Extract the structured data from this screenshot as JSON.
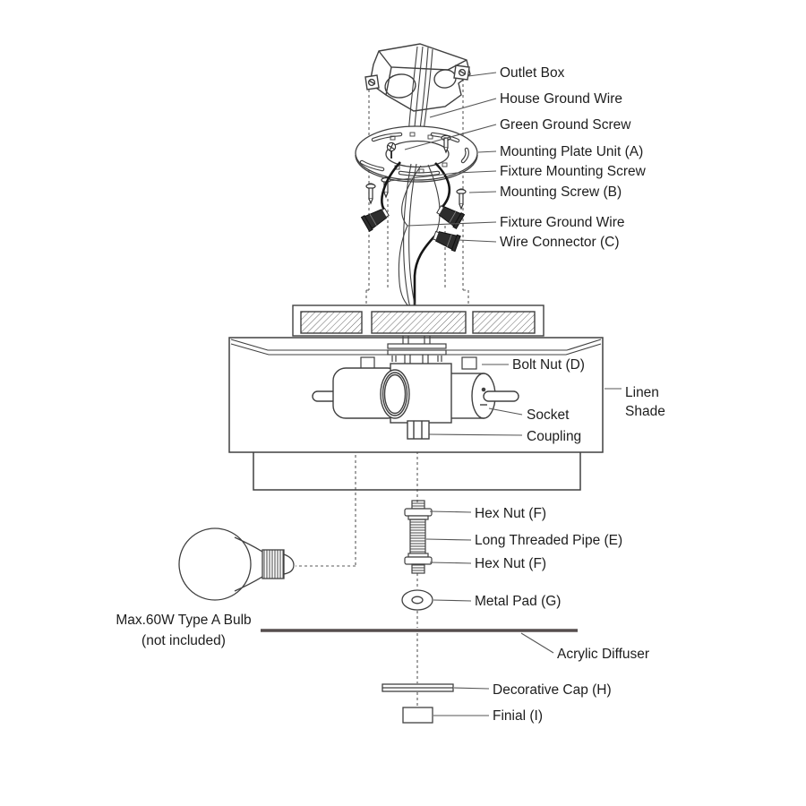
{
  "figure": {
    "background": "#ffffff",
    "line_color": "#404040",
    "wire_color": "#161616",
    "diffuser_color": "#564e4e"
  },
  "labels": {
    "outlet_box": "Outlet Box",
    "house_ground_wire": "House Ground Wire",
    "green_ground_screw": "Green Ground Screw",
    "mounting_plate": "Mounting Plate Unit (A)",
    "fixture_mounting_screw": "Fixture Mounting Screw",
    "mounting_screw": "Mounting Screw (B)",
    "fixture_ground_wire": "Fixture Ground Wire",
    "wire_connector": "Wire Connector (C)",
    "bolt_nut": "Bolt Nut (D)",
    "linen_shade_line1": "Linen",
    "linen_shade_line2": "Shade",
    "socket": "Socket",
    "coupling": "Coupling",
    "hex_nut_top": "Hex Nut (F)",
    "long_threaded_pipe": "Long Threaded Pipe (E)",
    "hex_nut_bottom": "Hex Nut (F)",
    "metal_pad": "Metal Pad (G)",
    "acrylic_diffuser": "Acrylic Diffuser",
    "decorative_cap": "Decorative Cap (H)",
    "finial": "Finial (I)",
    "bulb_note_line1": "Max.60W Type A Bulb",
    "bulb_note_line2": "(not included)"
  }
}
